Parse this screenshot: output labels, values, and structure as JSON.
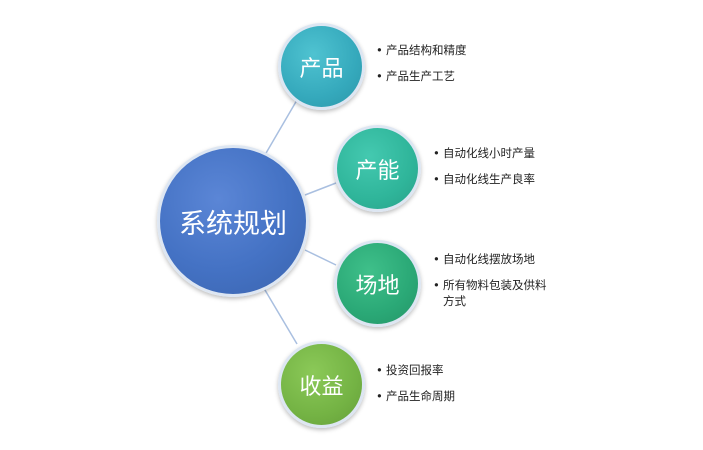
{
  "center": {
    "label": "系统规划"
  },
  "nodes": [
    {
      "label": "产品",
      "color": "#35a9bc",
      "items": [
        "产品结构和精度",
        "产品生产工艺"
      ]
    },
    {
      "label": "产能",
      "color": "#2fb59a",
      "items": [
        "自动化线小时产量",
        "自动化线生产良率"
      ]
    },
    {
      "label": "场地",
      "color": "#2aa876",
      "items": [
        "自动化线摆放场地",
        "所有物料包装及供料方式"
      ]
    },
    {
      "label": "收益",
      "color": "#74b344",
      "items": [
        "投资回报率",
        "产品生命周期"
      ]
    }
  ],
  "connector_color": "#a9bfe0"
}
